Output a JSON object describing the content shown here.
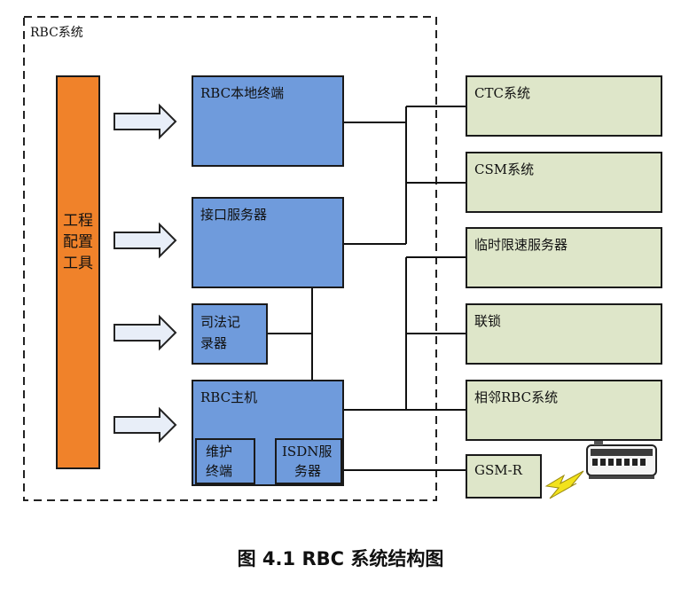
{
  "system_label": "RBC系统",
  "tool_label": "工程配置工具",
  "rbc_nodes": {
    "local_terminal": "RBC本地终端",
    "interface_server": "接口服务器",
    "judicial_recorder_line1": "司法记",
    "judicial_recorder_line2": "录器",
    "rbc_host": "RBC主机",
    "maintenance_line1": "维护",
    "maintenance_line2": "终端",
    "isdn_line1": "ISDN服",
    "isdn_line2": "务器"
  },
  "external_nodes": {
    "ctc": "CTC系统",
    "csm": "CSM系统",
    "tsr_server": "临时限速服务器",
    "interlocking": "联锁",
    "adjacent_rbc": "相邻RBC系统",
    "gsmr": "GSM-R"
  },
  "caption": "图 4.1 RBC 系统结构图",
  "colors": {
    "rbc_box": "#6f9bdc",
    "external_box": "#dee6c9",
    "tool_bar": "#f0822a",
    "arrow_fill": "#e8eef8",
    "lightning": "#f2e21c"
  },
  "icons": [
    "hollow-arrow-icon",
    "lightning-icon",
    "train-icon"
  ]
}
